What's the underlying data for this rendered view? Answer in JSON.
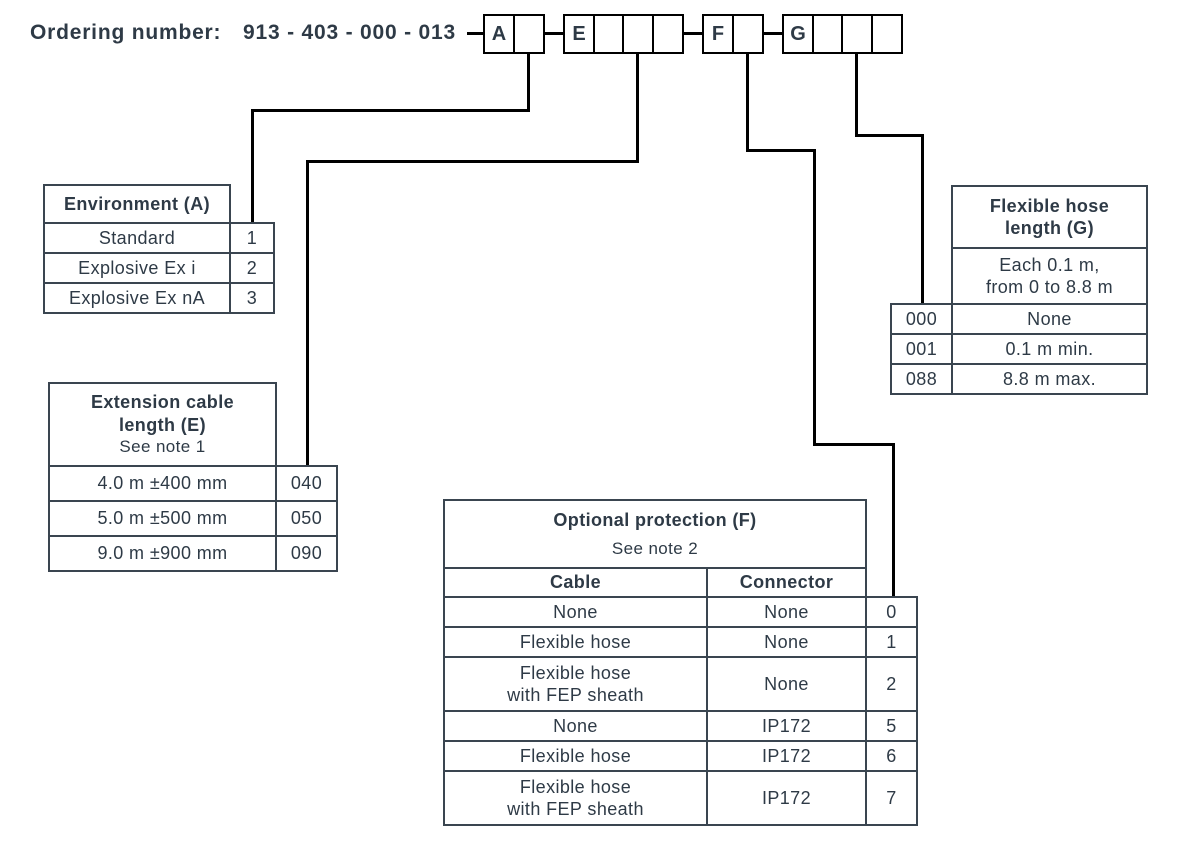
{
  "header": {
    "label": "Ordering number:",
    "number": "913 - 403 - 000 - 013"
  },
  "code_boxes": {
    "groups": [
      {
        "letter": "A",
        "digit_cells": 1
      },
      {
        "letter": "E",
        "digit_cells": 3
      },
      {
        "letter": "F",
        "digit_cells": 1
      },
      {
        "letter": "G",
        "digit_cells": 3
      }
    ]
  },
  "tables": {
    "environment": {
      "title": "Environment (A)",
      "rows": [
        {
          "label": "Standard",
          "code": "1"
        },
        {
          "label": "Explosive Ex i",
          "code": "2"
        },
        {
          "label": "Explosive Ex nA",
          "code": "3"
        }
      ]
    },
    "extension_cable": {
      "title": "Extension cable\nlength (E)",
      "note": "See note 1",
      "rows": [
        {
          "label": "4.0 m ±400 mm",
          "code": "040"
        },
        {
          "label": "5.0 m ±500 mm",
          "code": "050"
        },
        {
          "label": "9.0 m ±900 mm",
          "code": "090"
        }
      ]
    },
    "flexible_hose": {
      "title": "Flexible hose\nlength (G)",
      "range": "Each 0.1 m,\nfrom 0 to 8.8 m",
      "rows": [
        {
          "code": "000",
          "label": "None"
        },
        {
          "code": "001",
          "label": "0.1 m min."
        },
        {
          "code": "088",
          "label": "8.8 m max."
        }
      ]
    },
    "optional_protection": {
      "title": "Optional protection (F)",
      "note": "See note 2",
      "columns": {
        "cable": "Cable",
        "connector": "Connector"
      },
      "rows": [
        {
          "cable": "None",
          "connector": "None",
          "code": "0"
        },
        {
          "cable": "Flexible hose",
          "connector": "None",
          "code": "1"
        },
        {
          "cable": "Flexible hose\nwith FEP sheath",
          "connector": "None",
          "code": "2"
        },
        {
          "cable": "None",
          "connector": "IP172",
          "code": "5"
        },
        {
          "cable": "Flexible hose",
          "connector": "IP172",
          "code": "6"
        },
        {
          "cable": "Flexible hose\nwith FEP sheath",
          "connector": "IP172",
          "code": "7"
        }
      ]
    }
  },
  "colors": {
    "text": "#2e3a46",
    "table_border": "#3a4550",
    "connector_line": "#000000",
    "background": "#ffffff"
  }
}
